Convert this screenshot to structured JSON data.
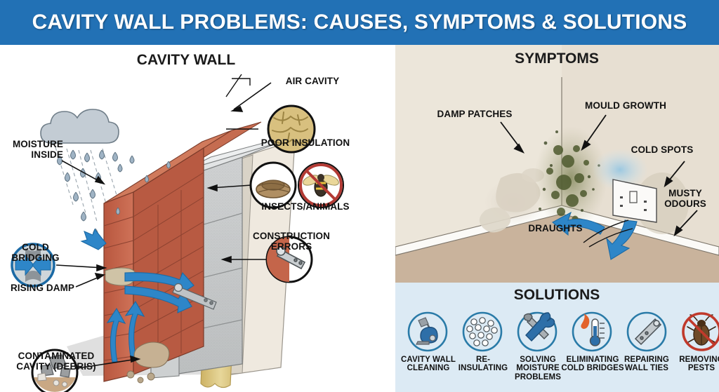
{
  "header": {
    "title": "CAVITY WALL PROBLEMS: CAUSES, SYMPTOMS & SOLUTIONS",
    "bg_color": "#2271b5",
    "text_color": "#ffffff"
  },
  "palette": {
    "brick": "#c4654a",
    "brick_dark": "#a8503a",
    "brick_top": "#d07a5c",
    "block": "#c9cbcc",
    "block_dark": "#a9acad",
    "block_top": "#dddfe0",
    "insulation": "#e0cf8f",
    "insulation_dark": "#c9b365",
    "arrow_blue": "#2e86c8",
    "accent_blue": "#2a7ba8",
    "wall_cream": "#ece5da",
    "floor_tan": "#c9b39c",
    "mould_green": "#5d6b3a",
    "cold_blue": "#a9cfe3",
    "solutions_bg": "#dceaf4",
    "debris_tan": "#c9a884",
    "pest_red": "#c0392b"
  },
  "left_panel": {
    "title": "CAVITY WALL",
    "labels": [
      {
        "id": "moisture-inside",
        "text": "MOISTURE\nINSIDE"
      },
      {
        "id": "cold-bridging",
        "text": "COLD BRIDGING",
        "icon": "cold-bridging-icon"
      },
      {
        "id": "rising-damp",
        "text": "RISING DAMP"
      },
      {
        "id": "contaminated-cavity",
        "text": "CONTAMINATED\nCAVITY (DEBRIS)",
        "icon": "debris-icon"
      },
      {
        "id": "air-cavity",
        "text": "AIR CAVITY"
      },
      {
        "id": "poor-insulation",
        "text": "POOR INSULATION",
        "icon": "cracked-insulation-icon"
      },
      {
        "id": "insects-animals",
        "text": "INSECTS/ANIMALS",
        "icon": "nest-icon"
      },
      {
        "id": "construction-errors",
        "text": "CONSTRUCTION\nERRORS",
        "icon": "wall-tie-icon"
      }
    ]
  },
  "symptoms_panel": {
    "title": "SYMPTOMS",
    "labels": [
      {
        "id": "damp-patches",
        "text": "DAMP PATCHES"
      },
      {
        "id": "mould-growth",
        "text": "MOULD GROWTH"
      },
      {
        "id": "cold-spots",
        "text": "COLD SPOTS"
      },
      {
        "id": "musty-odours",
        "text": "MUSTY\nODOURS"
      },
      {
        "id": "draughts",
        "text": "DRAUGHTS"
      }
    ]
  },
  "solutions_panel": {
    "title": "SOLUTIONS",
    "items": [
      {
        "label": "CAVITY WALL\nCLEANING",
        "icon": "vacuum-icon"
      },
      {
        "label": "RE-INSULATING",
        "icon": "beads-icon"
      },
      {
        "label": "SOLVING\nMOISTURE\nPROBLEMS",
        "icon": "tools-icon"
      },
      {
        "label": "ELIMINATING\nCOLD BRIDGES",
        "icon": "thermometer-icon"
      },
      {
        "label": "REPAIRING\nWALL TIES",
        "icon": "wall-tie-icon"
      },
      {
        "label": "REMOVING\nPESTS",
        "icon": "no-pest-icon"
      }
    ]
  }
}
